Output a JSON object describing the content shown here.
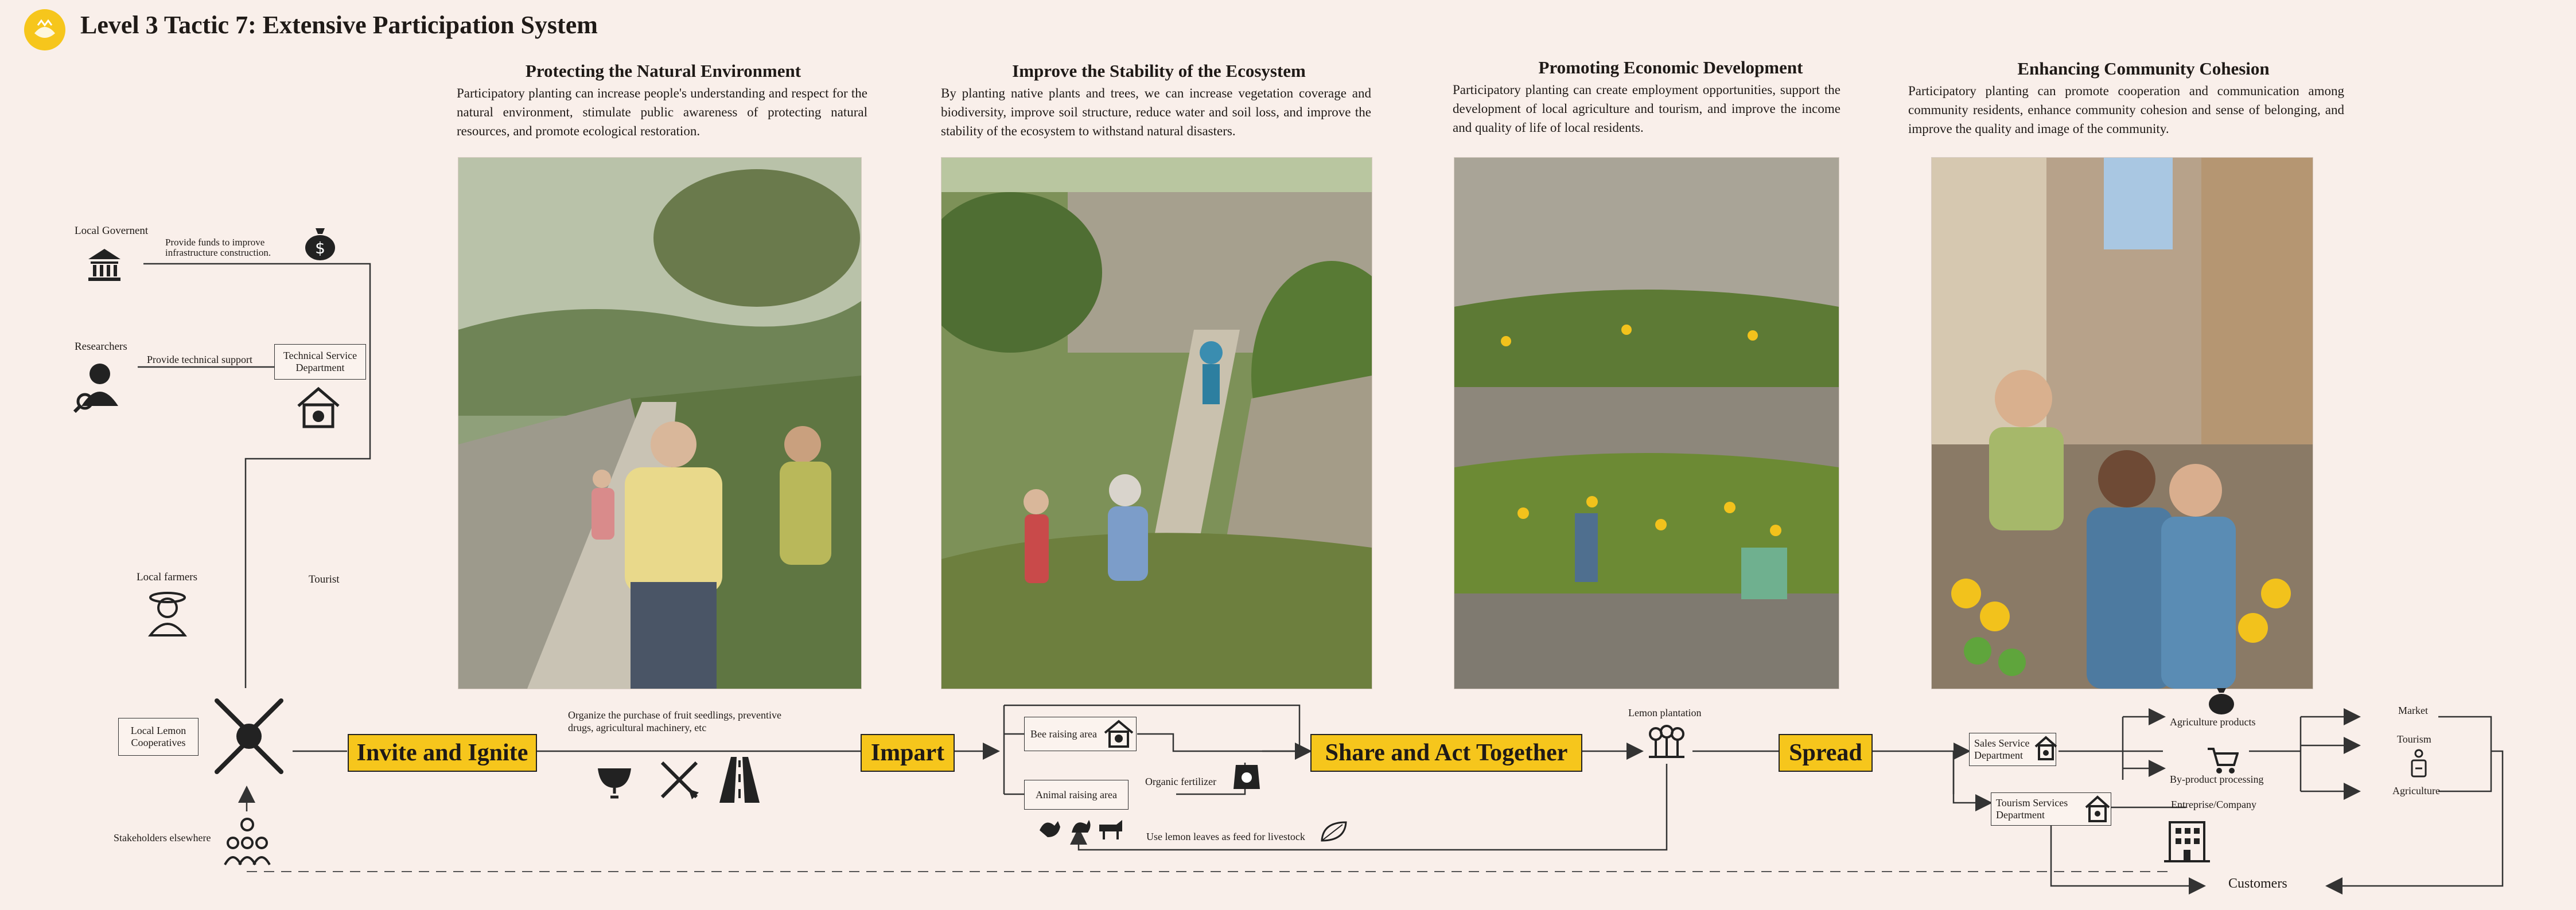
{
  "header": {
    "title": "Level 3 Tactic 7: Extensive Participation System"
  },
  "sections": [
    {
      "title": "Protecting the Natural Environment",
      "text": "Participatory planting can increase people's understanding and respect for the natural environment, stimulate public awareness of protecting natural resources, and promote ecological restoration."
    },
    {
      "title": "Improve the Stability of the Ecosystem",
      "text": "By planting native plants and trees, we can increase vegetation coverage and biodiversity, improve soil structure, reduce water and soil loss, and improve the stability of the ecosystem to withstand natural disasters."
    },
    {
      "title": "Promoting Economic Development",
      "text": "Participatory planting can create employment opportunities, support the development of local agriculture and tourism, and improve the income and quality of life of local residents."
    },
    {
      "title": "Enhancing Community Cohesion",
      "text": "Participatory planting can promote cooperation and communication among community residents, enhance community cohesion and sense of belonging, and improve the quality and image of the community."
    }
  ],
  "actors": {
    "gov": "Local Governent",
    "gov_action": "Provide funds to improve infrastructure construction.",
    "researchers": "Researchers",
    "research_action": "Provide technical support",
    "tech_dept": "Technical Service Department",
    "farmers": "Local farmers",
    "tourist": "Tourist",
    "coop": "Local Lemon Cooperatives",
    "elsewhere": "Stakeholders elsewhere"
  },
  "flow": {
    "invite": "Invite and Ignite",
    "invite_note": "Organize the purchase of fruit seedlings, preventive drugs, agricultural machinery, etc",
    "impart": "Impart",
    "bee": "Bee raising area",
    "animal": "Animal raising area",
    "fertilizer": "Organic fertilizer",
    "feed_note": "Use lemon leaves as feed for livestock",
    "share": "Share and Act Together",
    "plantation": "Lemon plantation",
    "spread": "Spread",
    "sales": "Sales Service Department",
    "tourism_dept": "Tourism Services Department",
    "agri_products": "Agriculture products",
    "byproduct": "By-product processing",
    "enterprise": "Entreprise/Company",
    "market": "Market",
    "tourism": "Tourism",
    "agriculture": "Agriculture",
    "customers": "Customers"
  },
  "colors": {
    "background": "#f9efea",
    "accent": "#f6c61c",
    "line": "#333333"
  }
}
